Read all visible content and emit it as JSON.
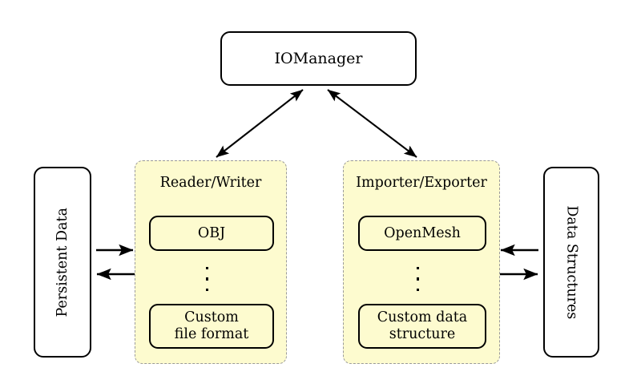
{
  "diagram": {
    "title_node": {
      "label": "IOManager",
      "name": "iomanager-node"
    },
    "left_side_box": {
      "label": "Persistent Data"
    },
    "right_side_box": {
      "label": "Data Structures"
    },
    "groups": [
      {
        "title": "Reader/Writer",
        "items": [
          {
            "label": "OBJ"
          },
          {
            "label": "⋮"
          },
          {
            "label": "Custom\nfile format",
            "line1": "Custom",
            "line2": "file format"
          }
        ]
      },
      {
        "title": "Importer/Exporter",
        "items": [
          {
            "label": "OpenMesh"
          },
          {
            "label": "⋮"
          },
          {
            "label": "Custom data\nstructure",
            "line1": "Custom data",
            "line2": "structure"
          }
        ]
      }
    ],
    "connections": [
      {
        "name": "iomanager-to-reader-writer",
        "style": "double-headed-arrow"
      },
      {
        "name": "iomanager-to-importer-exporter",
        "style": "double-headed-arrow"
      },
      {
        "name": "persistent-data-to-reader-writer",
        "style": "arrow-right"
      },
      {
        "name": "reader-writer-to-persistent-data",
        "style": "arrow-left"
      },
      {
        "name": "data-structures-to-importer-exporter",
        "style": "arrow-left"
      },
      {
        "name": "importer-exporter-to-data-structures",
        "style": "arrow-right"
      }
    ],
    "colors": {
      "panel_fill": "#fdfbcf",
      "panel_border": "#9a9a9a",
      "node_border": "#000000",
      "node_fill": "#ffffff",
      "text": "#000000"
    }
  }
}
